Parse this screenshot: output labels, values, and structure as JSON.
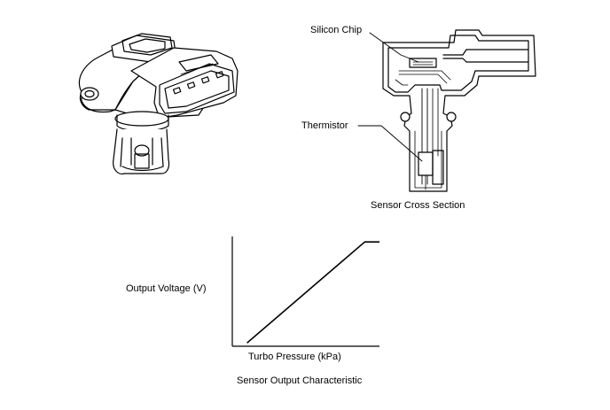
{
  "labels": {
    "silicon_chip": "Silicon Chip",
    "thermistor": "Thermistor",
    "cross_section_caption": "Sensor Cross Section",
    "y_axis_label": "Output Voltage (V)",
    "x_axis_label": "Turbo Pressure (kPa)",
    "chart_caption": "Sensor Output Characteristic"
  },
  "chart_data": {
    "type": "line",
    "title": "Sensor Output Characteristic",
    "xlabel": "Turbo Pressure (kPa)",
    "ylabel": "Output Voltage (V)",
    "grid": false,
    "tick_labels": false,
    "series": [
      {
        "x": [
          0.1,
          0.9,
          1.0
        ],
        "y": [
          0.03,
          0.95,
          0.95
        ]
      }
    ]
  }
}
